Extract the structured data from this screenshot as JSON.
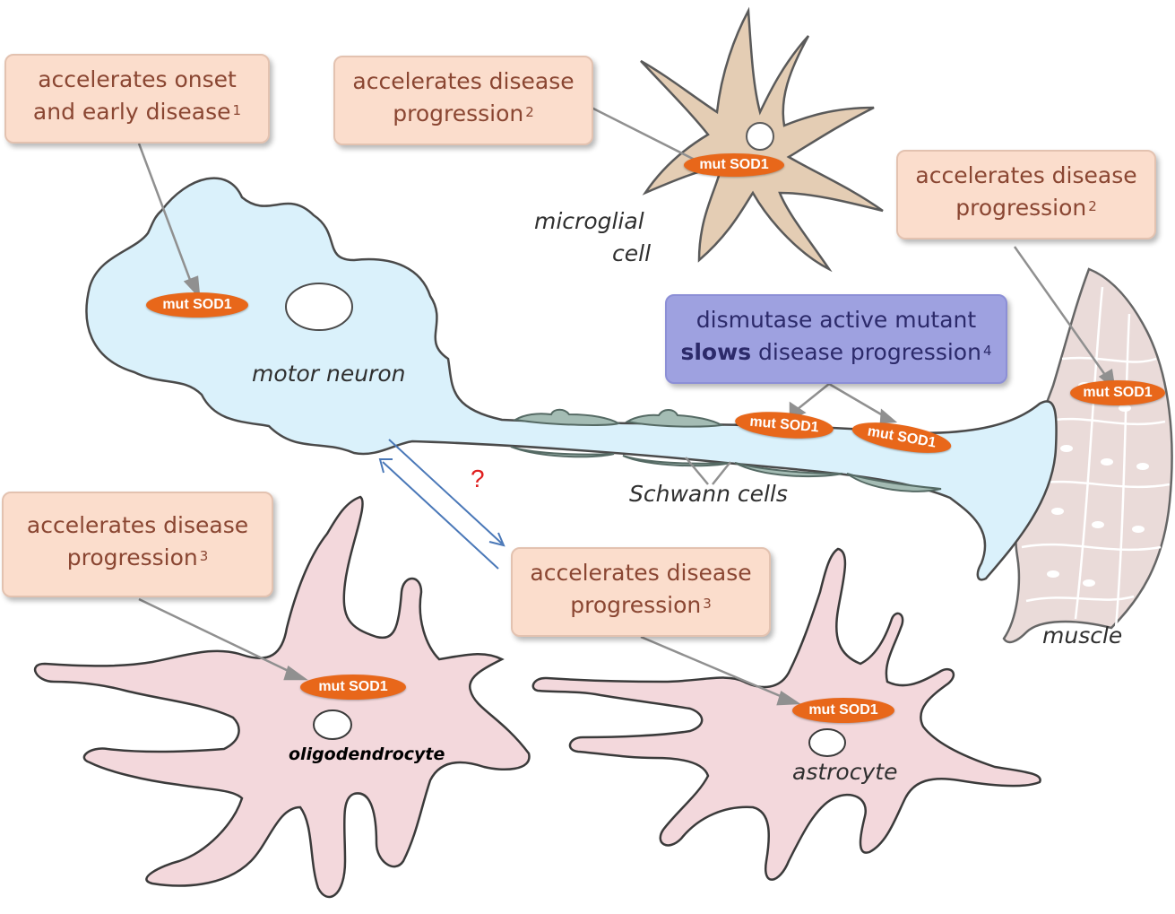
{
  "callouts": {
    "motor_neuron": {
      "line1": "accelerates onset",
      "line2": "and early disease",
      "ref": "1"
    },
    "microglia": {
      "line1": "accelerates disease",
      "line2": "progression",
      "ref": "2"
    },
    "muscle": {
      "line1": "accelerates disease",
      "line2": "progression",
      "ref": "2"
    },
    "schwann": {
      "line1": "dismutase active mutant",
      "line2_bold": "slows",
      "line2_rest": " disease progression",
      "ref": "4"
    },
    "oligodendrocyte": {
      "line1": "accelerates disease",
      "line2": "progression",
      "ref": "3"
    },
    "astrocyte": {
      "line1": "accelerates disease",
      "line2": "progression",
      "ref": "3"
    }
  },
  "labels": {
    "motor_neuron": "motor neuron",
    "microglial_1": "microglial",
    "microglial_2": "cell",
    "schwann_cells": "Schwann cells",
    "muscle": "muscle",
    "oligodendrocyte": "oligodendrocyte",
    "astrocyte": "astrocyte"
  },
  "badge_text": "mut SOD1",
  "question_mark": "?",
  "colors": {
    "neuron_fill": "#daf1fb",
    "glia_fill": "#f3d8dc",
    "microglia_fill": "#e4cdb4",
    "muscle_fill": "#eadbd9",
    "schwann_fill": "#a4bcb4",
    "badge": "#e8671a",
    "callout_bg": "#fbddcc",
    "callout_blue_bg": "#9ea1e0",
    "arrow_blue": "#4a78b8"
  }
}
